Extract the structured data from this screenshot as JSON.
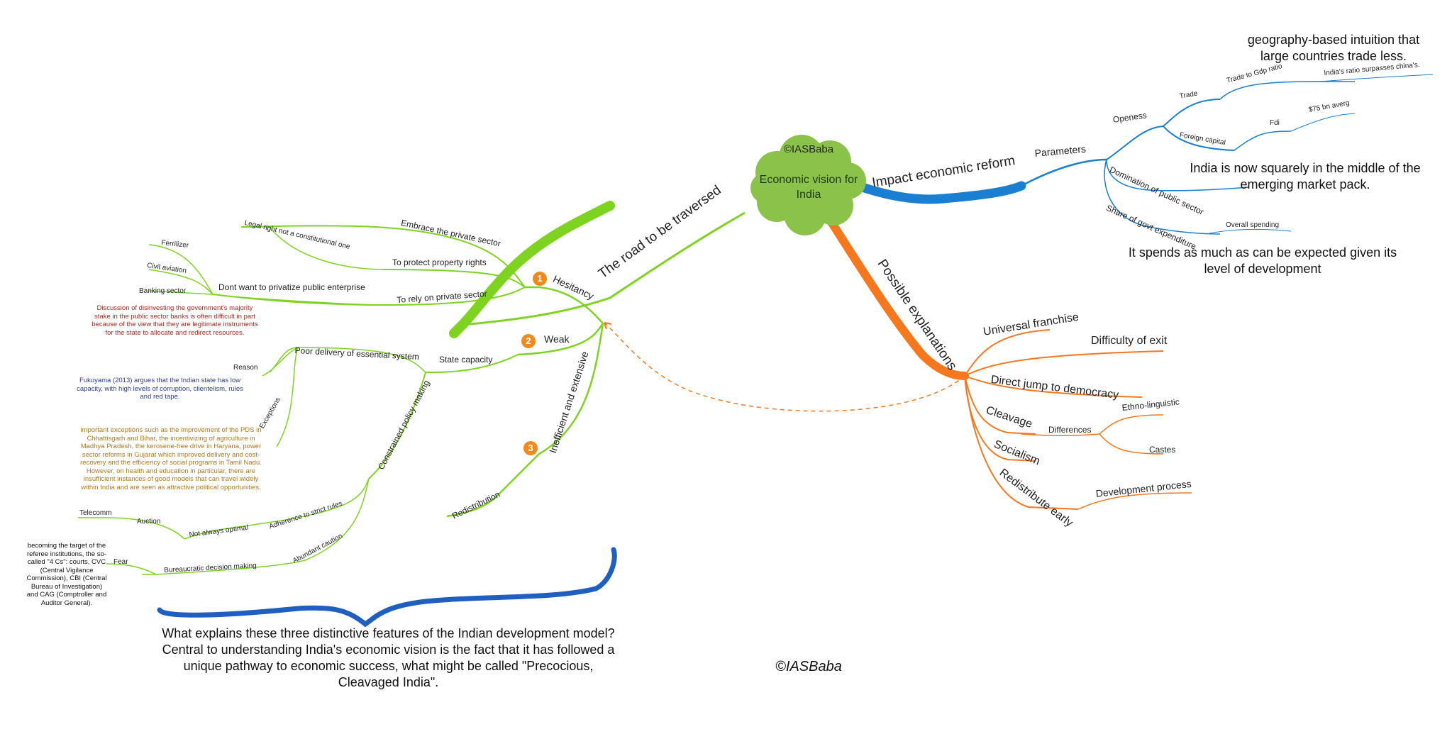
{
  "central": {
    "title": "Economic vision for India",
    "hidden_title": "©IASBaba",
    "cloud_color": "#8bc34a"
  },
  "colors": {
    "green": "#7ed321",
    "orange": "#f5781f",
    "blue": "#1a7fd0",
    "pen": "#1f5fbf"
  },
  "road": {
    "label": "The road to be traversed",
    "hesitancy": {
      "badge": "1",
      "label": "Hesitancy",
      "embrace": "Embrace the private sector",
      "legal_right": "Legal right not a constitutional one",
      "protect": "To protect property rights",
      "dont_privatize": "Dont want to privatize public enterprise",
      "fertilizer": "Ferrilizer",
      "civil": "Civil aviation",
      "banking": "Banking sector",
      "rely": "To rely on private sector",
      "note": "Discussion of disinvesting the government's majority stake in the public sector banks is often difficult in part because of the view that they are legitimate instruments for the state to allocate and redirect resources."
    },
    "weak": {
      "badge": "2",
      "label": "Weak",
      "state_capacity": "State capacity",
      "poor_delivery": "Poor delivery of essential system",
      "reason": "Reason",
      "exceptions": "Exceptions",
      "fukuyama": "Fukuyama (2013) argues that the Indian state has low capacity, with high levels of corruption, clientelism, rules and red tape.",
      "exceptions_note": "important exceptions such as the improvement of the PDS in Chhattisgarh and Bihar, the incentivizing of agriculture in Madhya Pradesh, the kerosene-free drive in Haryana, power sector reforms in Gujarat which improved delivery and cost-recovery and the efficiency of social programs in Tamil Nadu. However, on health and education in particular, there are insufficient instances of good models that can travel widely within India and are seen as attractive political opportunities.",
      "constrained": "Constrained policy making",
      "strict_rules": "Adherence to strict rules",
      "not_optimal": "Not always optimal",
      "auction": "Auction",
      "telecomm": "Telecomm",
      "abundant": "Abundant caution",
      "bureaucratic": "Bureaucratic decision making",
      "fear": "Fear",
      "fear_note": "becoming the target of the referee institutions, the so-called \"4 Cs\": courts, CVC (Central Vigilance Commission), CBI (Central Bureau of Investigation) and CAG (Comptroller and Auditor General)."
    },
    "inefficient": {
      "badge": "3",
      "label": "Inefficient and extensive",
      "redistribution": "Redistribution"
    }
  },
  "impact": {
    "label": "Impact economic reform",
    "parameters": "Parameters",
    "openness": "Openess",
    "trade": "Trade",
    "trade_gdp": "Trade to Gdp ratio",
    "india_ratio": "India's ratio surpasses china's.",
    "foreign_capital": "Foreign capital",
    "fdi": "Fdi",
    "fdi_value": "$75 bn averg",
    "domination": "Domination of public sector",
    "share_govt": "Share of govt expenditure",
    "overall": "Overall spending",
    "note_trade": "geography-based intuition that large countries trade less.",
    "note_market": "India is now squarely in the middle of the emerging market pack.",
    "note_spend": "It spends as much as can be expected given its level of development"
  },
  "possible": {
    "label": "Possible explanations",
    "universal": "Universal franchise",
    "exit": "Difficulty of exit",
    "direct_jump": "Direct jump to democracy",
    "cleavage": "Cleavage",
    "differences": "Differences",
    "ethno": "Ethno-linguistic",
    "castes": "Castes",
    "socialism": "Socialism",
    "redistribute": "Redistribute early",
    "development": "Development process"
  },
  "bottom_note": "What explains these three distinctive features of the Indian development model? Central to understanding India's economic vision is the fact that it has followed a unique pathway to economic success, what might be called \"Precocious, Cleavaged India\".",
  "watermark": "©IASBaba"
}
